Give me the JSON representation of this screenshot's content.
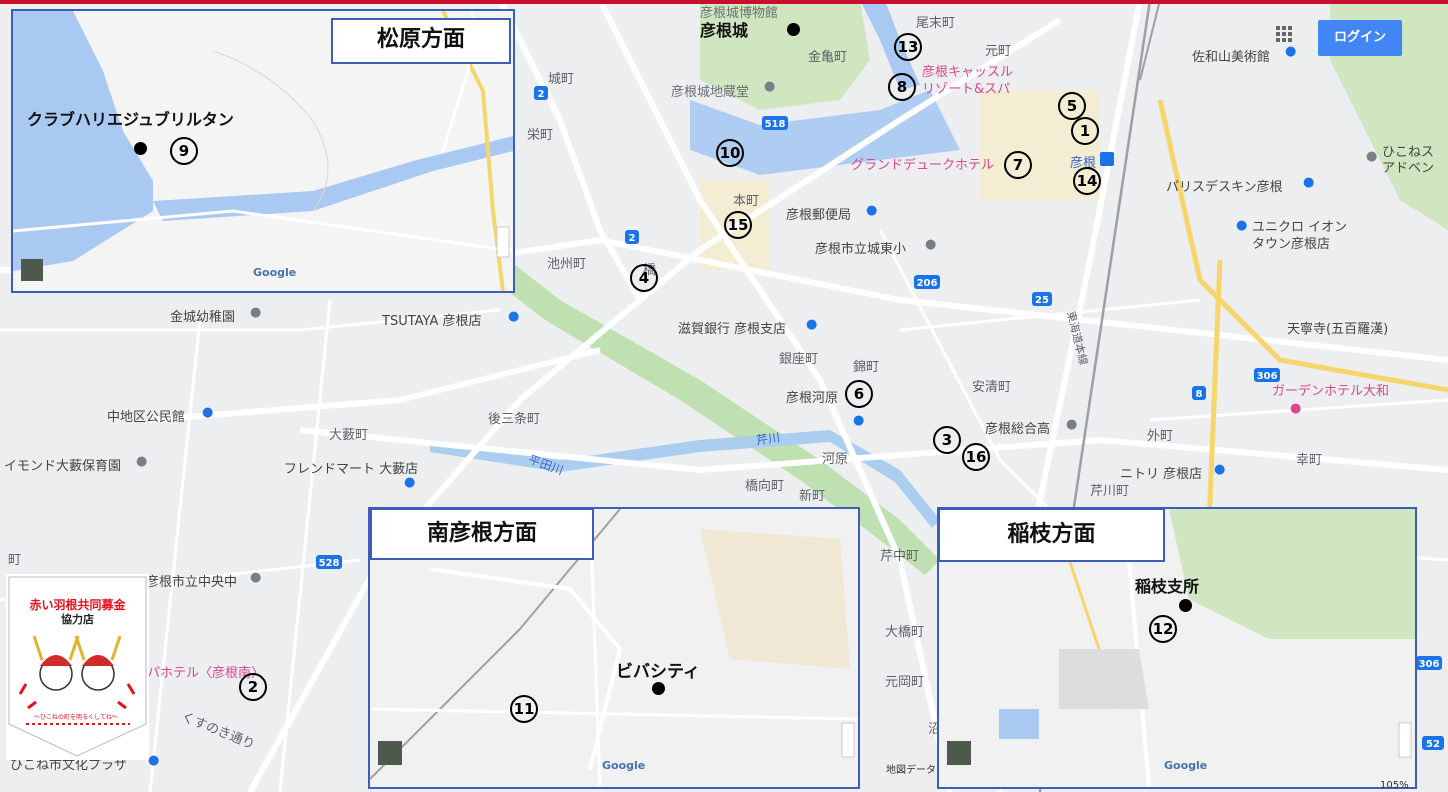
{
  "colors": {
    "accent_bar": "#c8102e",
    "inset_border": "#3b5fb8",
    "login_bg": "#4285f4",
    "marker_num": "#000000",
    "pennant_red": "#e8111f"
  },
  "map": {
    "login_label": "ログイン",
    "map_data_label": "地図データ",
    "zoom_label": "105%",
    "area_labels": {
      "onbecho": "尾末町",
      "motomachi": "元町",
      "jomachi": "城町",
      "kanenokamecho": "金亀町",
      "sakaemachi": "栄町",
      "honmachi": "本町",
      "ikesucho": "池州町",
      "ginzacho": "銀座町",
      "nishikicho": "錦町",
      "yasukiyocho": "安清町",
      "gosanjocho": "後三条町",
      "oyabucho": "大藪町",
      "kawara": "河原",
      "hashimukaicho": "橋向町",
      "shinmachi": "新町",
      "serikawacho": "芹川町",
      "sotomachi": "外町",
      "saiwaicho": "幸町",
      "seryuchu": "芹中町",
      "ohashicho": "大橋町",
      "motookacho": "元岡町",
      "hashi_partial": "橋",
      "numa_partial": "沼",
      "machi_left": "町"
    },
    "poi_labels": {
      "museum": "彦根城博物館",
      "castle_storage": "彦根城地蔵堂",
      "castle_resort_1": "彦根キャッスル",
      "castle_resort_2": "リゾート&スパ",
      "grand_deuque": "グランドデュークホテル",
      "sawayama": "佐和山美術館",
      "hikone_station": "彦根",
      "paris": "パリスデスキン彦根",
      "uniqlo_1": "ユニクロ イオン",
      "uniqlo_2": "タウン彦根店",
      "hikone_av_1": "ひこねス",
      "hikone_av_2": "アドベン",
      "post_office": "彦根郵便局",
      "jotoshou": "彦根市立城東小",
      "kinjo": "金城幼稚園",
      "tsutaya": "TSUTAYA 彦根店",
      "shiga_bank": "滋賀銀行 彦根支店",
      "tenneiji": "天寧寺(五百羅漢)",
      "garden_hotel": "ガーデンホテル大和",
      "chichi_kominkan": "中地区公民館",
      "hikone_kawara": "彦根河原",
      "sogo_high": "彦根総合高",
      "nitori": "ニトリ 彦根店",
      "aeon_nursery": "イモンド大藪保育園",
      "friendmart": "フレンドマート 大藪店",
      "chuo_jh": "彦根市立中央中",
      "hotel_south": "パホテル〈彦根南〉",
      "kusunoki": "くすのき通り",
      "bunka_plaza": "ひこね市文化プラザ",
      "tokaido": "東海道本線",
      "serikawa_river": "芹川",
      "hiratagawa": "平田川"
    },
    "route_labels": [
      "2",
      "518",
      "2",
      "206",
      "25",
      "306",
      "8",
      "528",
      "306",
      "52"
    ],
    "numbered_markers": [
      "1",
      "2",
      "3",
      "4",
      "5",
      "6",
      "7",
      "8",
      "10",
      "12",
      "13",
      "14",
      "15",
      "16",
      "9",
      "11"
    ],
    "handwritten": {
      "castle": "彦根城",
      "club": "クラブハリエジュブリルタン",
      "bicity": "ビバシティ",
      "inae_branch": "稲枝支所"
    }
  },
  "insets": [
    {
      "title": "松原方面",
      "google": "Google"
    },
    {
      "title": "南彦根方面",
      "google": "Google"
    },
    {
      "title": "稲枝方面",
      "google": "Google"
    }
  ],
  "pennant": {
    "title": "赤い羽根共同募金",
    "subtitle": "協力店",
    "tagline": "〜ひこねの町を明るくしてね〜"
  }
}
